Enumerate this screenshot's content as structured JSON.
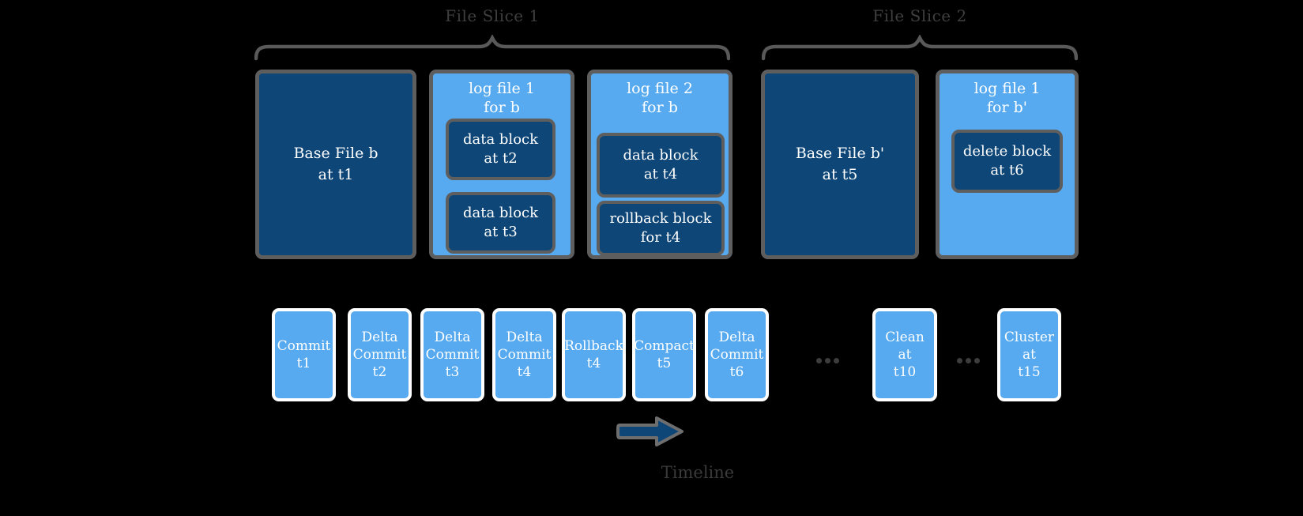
{
  "colors": {
    "background": "#000000",
    "dark_blue": "#0e4677",
    "light_blue": "#57aaef",
    "box_border_gray": "#5e5e5e",
    "timeline_box_border": "#ffffff",
    "label_gray": "#3f3f3f",
    "text_white": "#ffffff"
  },
  "slices": {
    "slice1": {
      "label": "File Slice 1"
    },
    "slice2": {
      "label": "File Slice 2"
    }
  },
  "files": {
    "base_file_b": {
      "line1": "Base File b",
      "line2": "at t1"
    },
    "log_file_1_b": {
      "title_line1": "log file 1",
      "title_line2": "for b",
      "blocks": [
        {
          "line1": "data block",
          "line2": "at t2"
        },
        {
          "line1": "data block",
          "line2": "at t3"
        }
      ]
    },
    "log_file_2_b": {
      "title_line1": "log file 2",
      "title_line2": "for b",
      "blocks": [
        {
          "line1": "data block",
          "line2": "at t4"
        },
        {
          "line1": "rollback block",
          "line2": "for t4"
        }
      ]
    },
    "base_file_b_prime": {
      "line1": "Base File b'",
      "line2": "at t5"
    },
    "log_file_1_b_prime": {
      "title_line1": "log file 1",
      "title_line2": "for b'",
      "blocks": [
        {
          "line1": "delete block",
          "line2": "at t6"
        }
      ]
    }
  },
  "timeline": {
    "label": "Timeline",
    "ellipsis": "...",
    "items": [
      {
        "lines": [
          "Commit",
          "t1"
        ]
      },
      {
        "lines": [
          "Delta",
          "Commit",
          "t2"
        ]
      },
      {
        "lines": [
          "Delta",
          "Commit",
          "t3"
        ]
      },
      {
        "lines": [
          "Delta",
          "Commit",
          "t4"
        ]
      },
      {
        "lines": [
          "Rollback",
          "t4"
        ]
      },
      {
        "lines": [
          "Compact",
          "t5"
        ]
      },
      {
        "lines": [
          "Delta",
          "Commit",
          "t6"
        ]
      },
      {
        "lines": [
          "Clean",
          "at",
          "t10"
        ]
      },
      {
        "lines": [
          "Cluster",
          "at",
          "t15"
        ]
      }
    ]
  }
}
